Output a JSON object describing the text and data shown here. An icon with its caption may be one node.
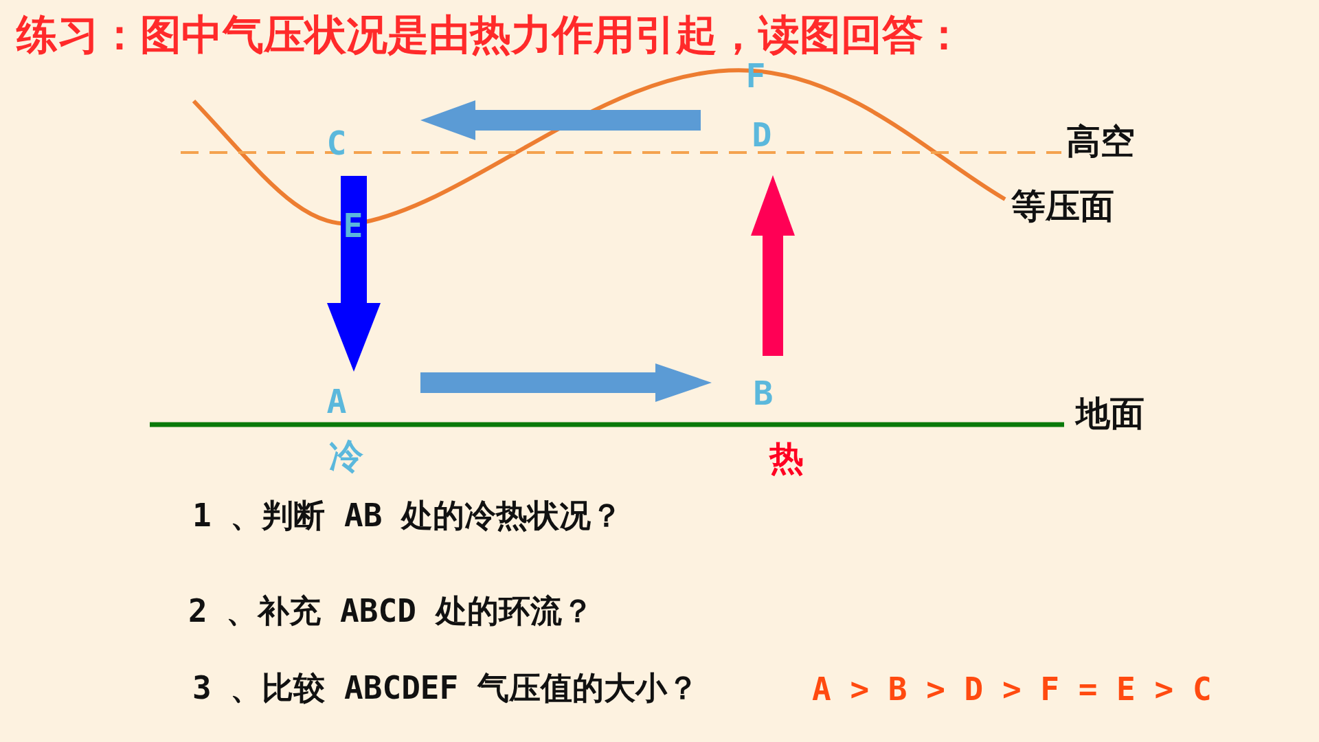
{
  "diagram": {
    "title": "练习：图中气压状况是由热力作用引起，读图回答：",
    "nodes": [
      {
        "text": [
          "D"
        ]
      },
      {
        "text": [
          "C"
        ]
      },
      {
        "text": [
          "B"
        ]
      },
      {
        "text": [
          "A"
        ]
      }
    ],
    "edges": [
      {
        "from": 0,
        "to": 1,
        "arrow": "to"
      },
      {
        "from": 1,
        "to": 3,
        "arrow": "to",
        "color": "#0000ff"
      },
      {
        "from": 2,
        "to": 0,
        "arrow": "to",
        "color": "#ff0055"
      },
      {
        "from": 3,
        "to": 2,
        "arrow": "to"
      }
    ],
    "labels": [
      "F",
      "高空",
      "等压面",
      "E",
      "地面",
      "冷",
      "热",
      "1 、判断 AB 处的冷热状况？",
      "2 、补充 ABCD 处的环流？",
      "3 、比较 ABCDEF 气压值的大小？",
      "A > B > D > F = E > C"
    ]
  }
}
